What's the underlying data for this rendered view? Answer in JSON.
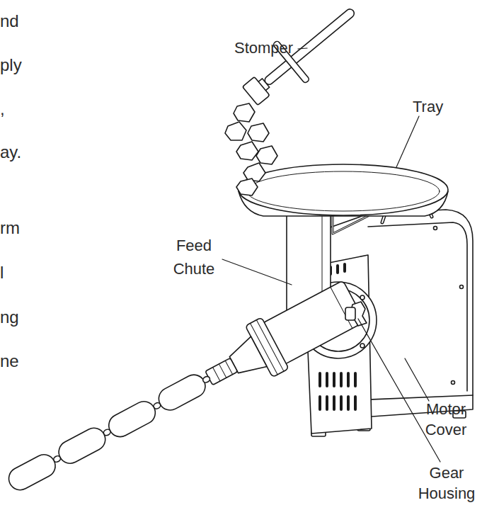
{
  "diagram": {
    "labels": [
      "nd",
      "ply",
      ",",
      "ay.",
      "Stomper",
      "Tray",
      "rm",
      "Feed Chute",
      "l",
      "ng",
      "ne",
      "Motor Cover",
      "Gear Housing"
    ]
  }
}
